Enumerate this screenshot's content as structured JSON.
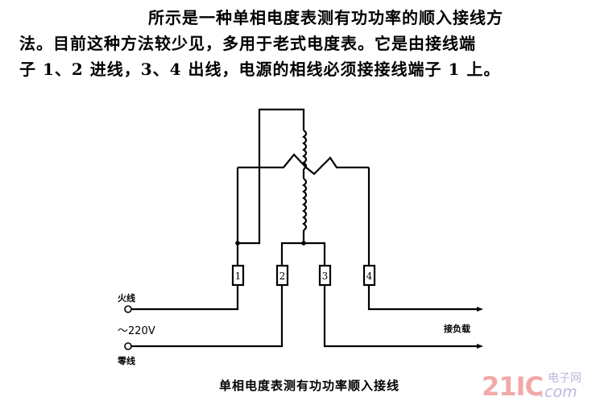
{
  "paragraph": {
    "lines": [
      "所示是一种单相电度表测有功功率的顺入接线方",
      "法。目前这种方法较少见，多用于老式电度表。它是由接线端",
      "子 1、2 进线，3、4 出线，电源的相线必须接接线端子 1 上。"
    ]
  },
  "diagram": {
    "terminals": [
      "1",
      "2",
      "3",
      "4"
    ],
    "labels": {
      "live": "火线",
      "voltage": "～220V",
      "neutral": "零线",
      "load": "接负载"
    },
    "caption": "单相电度表测有功功率顺入接线"
  },
  "watermark": {
    "number": "21IC",
    "chinese": "电子网",
    "domain": ".com",
    "colors": {
      "number": "#f2a9a9",
      "text": "#b9b9dc"
    }
  }
}
